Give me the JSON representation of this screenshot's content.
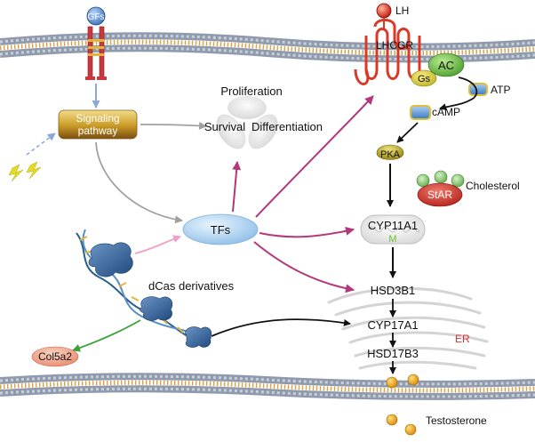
{
  "labels": {
    "gfs": "GFs",
    "lh": "LH",
    "lhcgr": "LHCGR",
    "ac": "AC",
    "gs": "Gs",
    "atp": "ATP",
    "camp": "cAMP",
    "signaling_line1": "Signaling",
    "signaling_line2": "pathway",
    "proliferation": "Proliferation",
    "survival": "Survival",
    "differentiation": "Differentiation",
    "pka": "PKA",
    "star": "StAR",
    "cholesterol": "Cholesterol",
    "tfs": "TFs",
    "cyp11a1": "CYP11A1",
    "mito": "M",
    "dcas": "dCas derivatives",
    "hsd3b1": "HSD3B1",
    "cyp17a1": "CYP17A1",
    "er": "ER",
    "hsd17b3": "HSD17B3",
    "col5a2": "Col5a2",
    "testosterone": "Testosterone"
  },
  "colors": {
    "membrane": "#9aa6b6",
    "membrane_head": "#d8892c",
    "receptor_red": "#d83a2a",
    "signaling_box": "#c59a2a",
    "ac_green": "#6bbf4a",
    "camp_blue": "#4f8fd0",
    "pka_olive": "#b6a11c",
    "star_red": "#d73a30",
    "tfs_blue": "#9ec9ec",
    "col5a2_salmon": "#f2a48c",
    "magenta_arrow": "#b3377a",
    "grey_arrow": "#9b9b9b",
    "pink_arrow": "#f0a0c8",
    "green_arrow": "#3aa23a",
    "dashed_blue": "#8aa8d8",
    "testosterone_orange": "#e8a020",
    "er_red": "#e03030",
    "mito_green": "#6abf3a"
  },
  "icons": [
    "lightning-bolt-icon",
    "lightning-bolt-icon",
    "dna-helix-icon",
    "dcas-protein-icon"
  ]
}
